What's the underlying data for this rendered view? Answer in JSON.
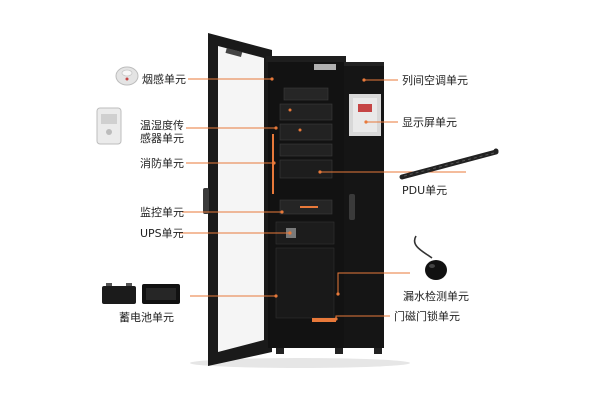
{
  "labels": {
    "smoke": "烟感单元",
    "temp_humidity": "温湿度传\n感器单元",
    "fire": "消防单元",
    "monitor": "监控单元",
    "ups": "UPS单元",
    "battery": "蓄电池单元",
    "ac": "列间空调单元",
    "display": "显示屏单元",
    "pdu": "PDU单元",
    "leak": "漏水检测单元",
    "door_lock": "门磁门锁单元"
  },
  "colors": {
    "leader_line": "#e8793a",
    "cabinet": "#121212",
    "door_frame": "#1a1a1a",
    "text": "#222222"
  }
}
